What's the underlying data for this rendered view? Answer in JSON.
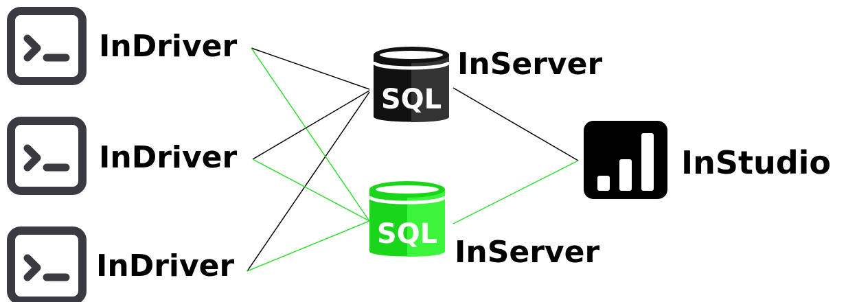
{
  "colors": {
    "ink": "#000000",
    "icon_frame": "#3a3a42",
    "primary_db_dark": "#111111",
    "primary_db_light": "#333333",
    "backup_db_dark": "#1ad61a",
    "backup_db_light": "#3bf53b",
    "primary_link": "#000000",
    "backup_link": "#33dd33",
    "db_text": "#ffffff"
  },
  "drivers": [
    {
      "label": "InDriver",
      "icon": "terminal-icon"
    },
    {
      "label": "InDriver",
      "icon": "terminal-icon"
    },
    {
      "label": "InDriver",
      "icon": "terminal-icon"
    }
  ],
  "servers": [
    {
      "label": "InServer",
      "icon": "sql-database-icon",
      "db_text": "SQL",
      "role": "primary"
    },
    {
      "label": "InServer",
      "icon": "sql-database-icon",
      "db_text": "SQL",
      "role": "backup"
    }
  ],
  "studio": {
    "label": "InStudio",
    "icon": "bar-chart-app-icon"
  }
}
